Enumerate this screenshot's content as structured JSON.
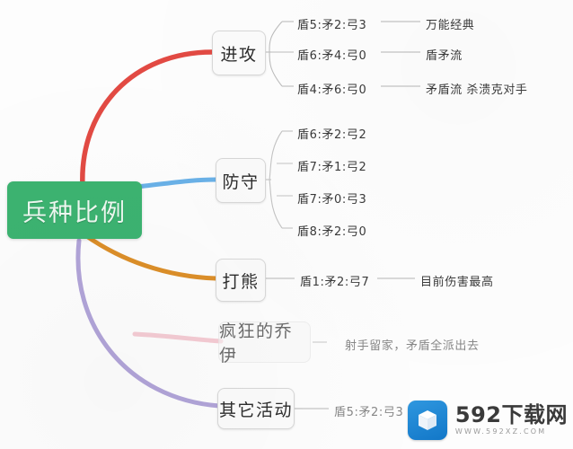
{
  "root": {
    "label": "兵种比例",
    "color": "#3cb371"
  },
  "branches": [
    {
      "id": "attack",
      "label": "进攻",
      "link_color": "#e03b33",
      "faded": false,
      "children": [
        {
          "ratio": "盾5:矛2:弓3",
          "note": "万能经典"
        },
        {
          "ratio": "盾6:矛4:弓0",
          "note": "盾矛流"
        },
        {
          "ratio": "盾4:矛6:弓0",
          "note": "矛盾流 杀溃克对手"
        }
      ]
    },
    {
      "id": "defense",
      "label": "防守",
      "link_color": "#5aa9e6",
      "faded": false,
      "children": [
        {
          "ratio": "盾6:矛2:弓2",
          "note": ""
        },
        {
          "ratio": "盾7:矛1:弓2",
          "note": ""
        },
        {
          "ratio": "盾7:矛0:弓3",
          "note": ""
        },
        {
          "ratio": "盾8:矛2:弓0",
          "note": ""
        }
      ]
    },
    {
      "id": "bear",
      "label": "打熊",
      "link_color": "#d98517",
      "faded": false,
      "children": [
        {
          "ratio": "盾1:矛2:弓7",
          "note": "目前伤害最高"
        }
      ]
    },
    {
      "id": "crazy-joey",
      "label": "疯狂的乔伊",
      "link_color": "#f0b9c4",
      "faded": true,
      "children": [
        {
          "ratio": "射手留家，矛盾全派出去",
          "note": ""
        }
      ]
    },
    {
      "id": "other",
      "label": "其它活动",
      "link_color": "#a99ad4",
      "faded": false,
      "children": [
        {
          "ratio": "盾5:矛2:弓3 通用",
          "note": ""
        }
      ]
    }
  ],
  "watermark": {
    "title": "592下载网",
    "url": "WWW.592XZ.COM",
    "icon": "app-box-icon",
    "color": "#1b82d2"
  }
}
